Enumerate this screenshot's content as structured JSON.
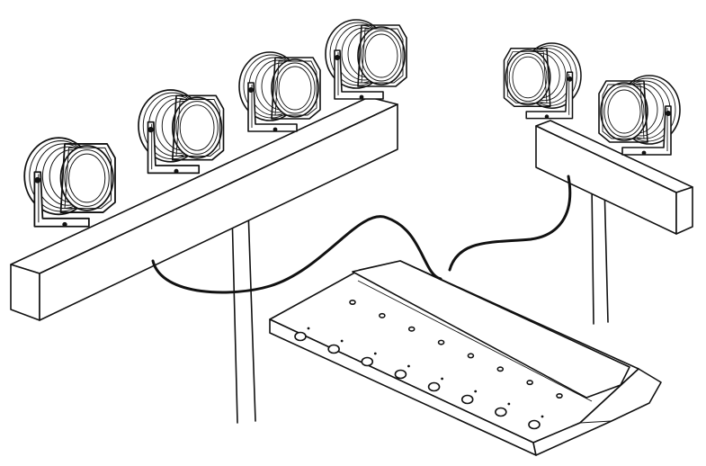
{
  "scene": {
    "left_bar_fixtures": 4,
    "right_bar_fixtures": 2,
    "controller_hole_rows": 2,
    "controller_holes_per_row": 8,
    "colors": {
      "line": "#111111",
      "fill": "#ffffff"
    }
  }
}
